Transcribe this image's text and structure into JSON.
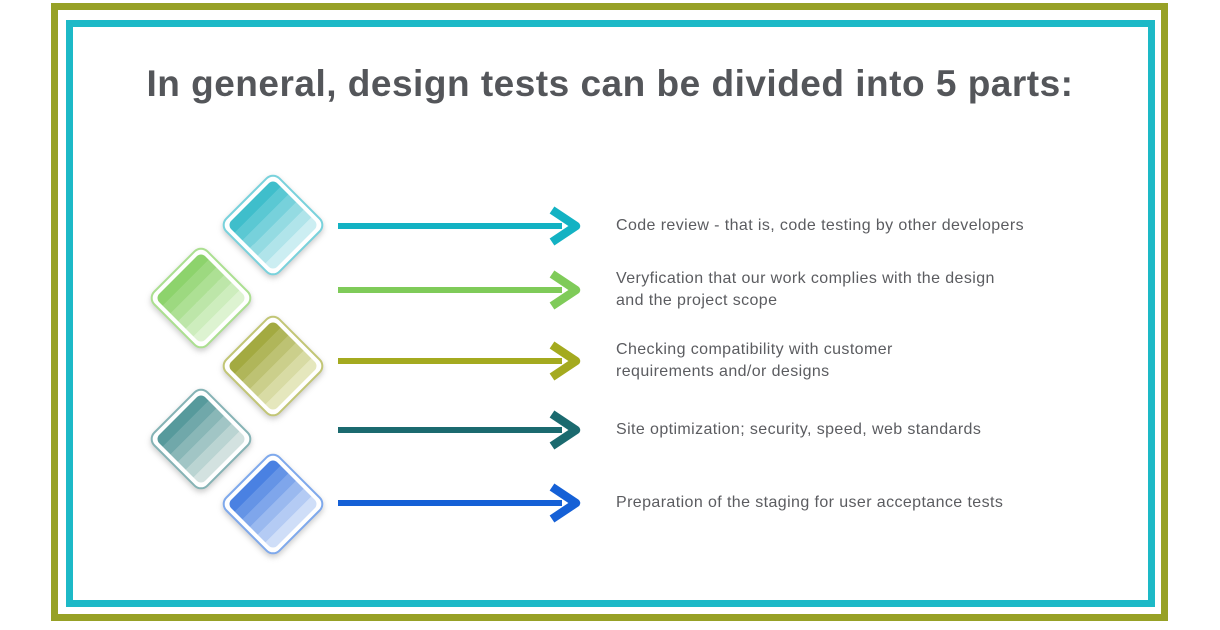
{
  "frame": {
    "outer_color": "#97a126",
    "inner_color": "#1db9c7",
    "background": "#ffffff"
  },
  "title": {
    "text": "In general, design tests can be divided into 5 parts:",
    "color": "#54565a"
  },
  "text_color": "#5b5c60",
  "items": [
    {
      "label_lines": [
        "Code review - that is, code testing by other developers"
      ],
      "arrow_color": "#13b2c3",
      "diamond_dark": "#3fbecb",
      "diamond_light": "#cceef2",
      "diamond_outline": "#79d2dc"
    },
    {
      "label_lines": [
        "Veryfication that our work complies with the design",
        "and the project scope"
      ],
      "arrow_color": "#7fcb59",
      "diamond_dark": "#8dd36c",
      "diamond_light": "#ddf3d1",
      "diamond_outline": "#abdf90"
    },
    {
      "label_lines": [
        "Checking compatibility with customer",
        "requirements and/or designs"
      ],
      "arrow_color": "#a4aa1f",
      "diamond_dark": "#a3aa41",
      "diamond_light": "#e5e7bd",
      "diamond_outline": "#c2c676"
    },
    {
      "label_lines": [
        "Site optimization; security, speed, web standards"
      ],
      "arrow_color": "#1b6a6f",
      "diamond_dark": "#579a9c",
      "diamond_light": "#d3e2e0",
      "diamond_outline": "#85b3b5"
    },
    {
      "label_lines": [
        "Preparation of the staging for user acceptance tests"
      ],
      "arrow_color": "#1560d6",
      "diamond_dark": "#4a81e2",
      "diamond_light": "#cfdef8",
      "diamond_outline": "#7fa9ec"
    }
  ]
}
